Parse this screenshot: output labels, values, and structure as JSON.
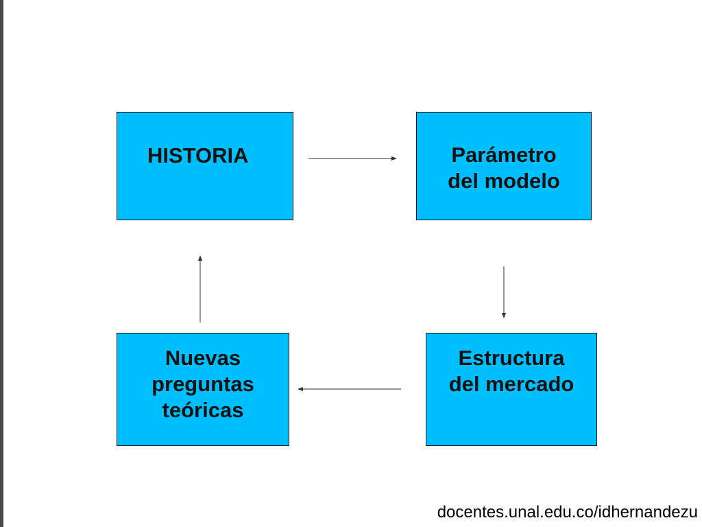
{
  "boxes": {
    "historia": {
      "line1": "HISTORIA"
    },
    "parametro": {
      "line1": "Parámetro",
      "line2": "del modelo"
    },
    "estructura": {
      "line1": "Estructura",
      "line2": "del mercado"
    },
    "nuevas": {
      "line1": "Nuevas",
      "line2": "preguntas",
      "line3": "teóricas"
    }
  },
  "colors": {
    "box_fill": "#00bfff",
    "box_border": "#111111",
    "arrow": "#555555",
    "left_bar": "#4a4a4a"
  },
  "footer": {
    "text": "docentes.unal.edu.co/idhernandezu"
  }
}
